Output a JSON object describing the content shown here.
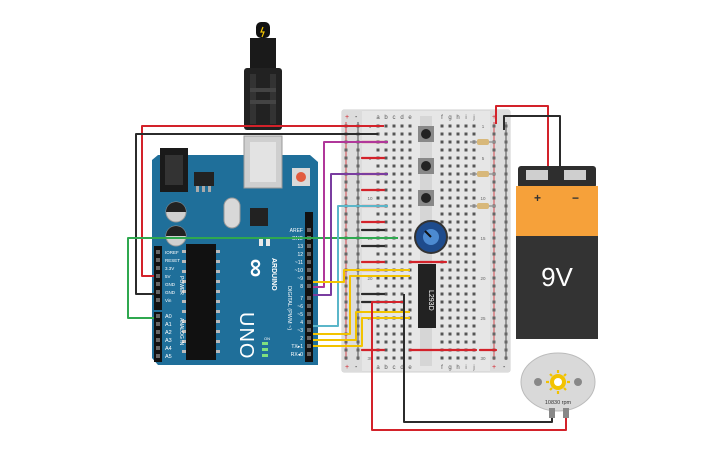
{
  "arduino": {
    "brand_icon": "infinity-logo-icon",
    "brand": "ARDUINO",
    "model": "UNO",
    "pins_header_top": [
      "AREF",
      "GND",
      "13",
      "12",
      "~11",
      "~10",
      "~9",
      "8"
    ],
    "pins_header_bottom": [
      "7",
      "~6",
      "~5",
      "4",
      "~3",
      "2",
      "TX▸1",
      "RX◂0"
    ],
    "digital_label": "DIGITAL (PWM ~)",
    "power_pins": [
      "IOREF",
      "RESET",
      "3.3V",
      "5V",
      "GND",
      "GND",
      "Vin"
    ],
    "power_label": "POWER",
    "analog_pins": [
      "A0",
      "A1",
      "A2",
      "A3",
      "A4",
      "A5"
    ],
    "analog_label": "ANALOG IN",
    "on_label": "ON",
    "tx_label": "TX",
    "rx_label": "RX"
  },
  "breadboard": {
    "columns_left": [
      "a",
      "b",
      "c",
      "d",
      "e"
    ],
    "columns_right": [
      "f",
      "g",
      "h",
      "i",
      "j"
    ],
    "rows_left_labels": [
      "1",
      "",
      "",
      "",
      "5",
      "",
      "",
      "",
      "",
      "10",
      "",
      "",
      "",
      "",
      "15",
      "",
      "",
      "",
      "",
      "20",
      "",
      "",
      "",
      "",
      "25",
      "",
      "",
      "",
      "",
      "30"
    ],
    "plus": "+",
    "minus": "-"
  },
  "driver_chip": {
    "label": "L293D"
  },
  "battery": {
    "voltage": "9V",
    "plus": "+",
    "minus": "−"
  },
  "motor": {
    "rpm": "10830 rpm"
  },
  "colors": {
    "board": "#1f6f9a",
    "breadboard": "#e6e6e6",
    "wire_red": "#d3222a",
    "wire_black": "#2b2b2b",
    "wire_green": "#2fa84f",
    "wire_purple": "#7a3da0",
    "wire_magenta": "#b0379a",
    "wire_cyan": "#5bb6c9",
    "wire_yellow": "#f2c300",
    "battery_orange": "#f6a13a",
    "battery_black": "#333333"
  }
}
